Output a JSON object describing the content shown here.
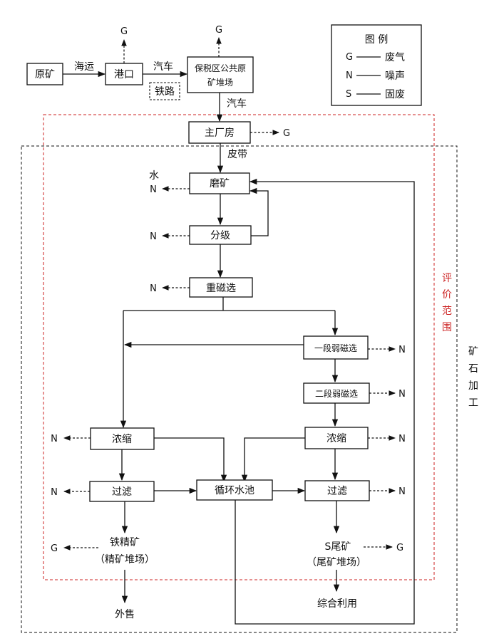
{
  "legend": {
    "title": "图  例",
    "items": [
      {
        "code": "G",
        "text": "废气"
      },
      {
        "code": "N",
        "text": "噪声"
      },
      {
        "code": "S",
        "text": "固废"
      }
    ]
  },
  "nodes": {
    "raw_ore": "原矿",
    "port": "港口",
    "stockyard_1": "保税区公共原",
    "stockyard_2": "矿堆场",
    "railway": "铁路",
    "main_plant": "主厂房",
    "grinding": "磨矿",
    "classifying": "分级",
    "heavy_mag": "重磁选",
    "weak_mag_1": "一段弱磁选",
    "weak_mag_2": "二段弱磁选",
    "thicken_left": "浓缩",
    "thicken_right": "浓缩",
    "filter_left": "过滤",
    "filter_right": "过滤",
    "pool": "循环水池",
    "iron_conc_1": "铁精矿",
    "iron_conc_2": "（精矿堆场）",
    "tailings_1": "S尾矿",
    "tailings_2": "（尾矿堆场）",
    "sale": "外售",
    "utilization": "综合利用"
  },
  "edges": {
    "sea": "海运",
    "truck_1": "汽车",
    "truck_2": "汽车",
    "belt": "皮带",
    "water": "水"
  },
  "emissions": {
    "g": "G",
    "n": "N"
  },
  "scopes": {
    "evaluation": [
      "评",
      "价",
      "范",
      "围"
    ],
    "processing": [
      "矿",
      "石",
      "加",
      "工"
    ]
  }
}
